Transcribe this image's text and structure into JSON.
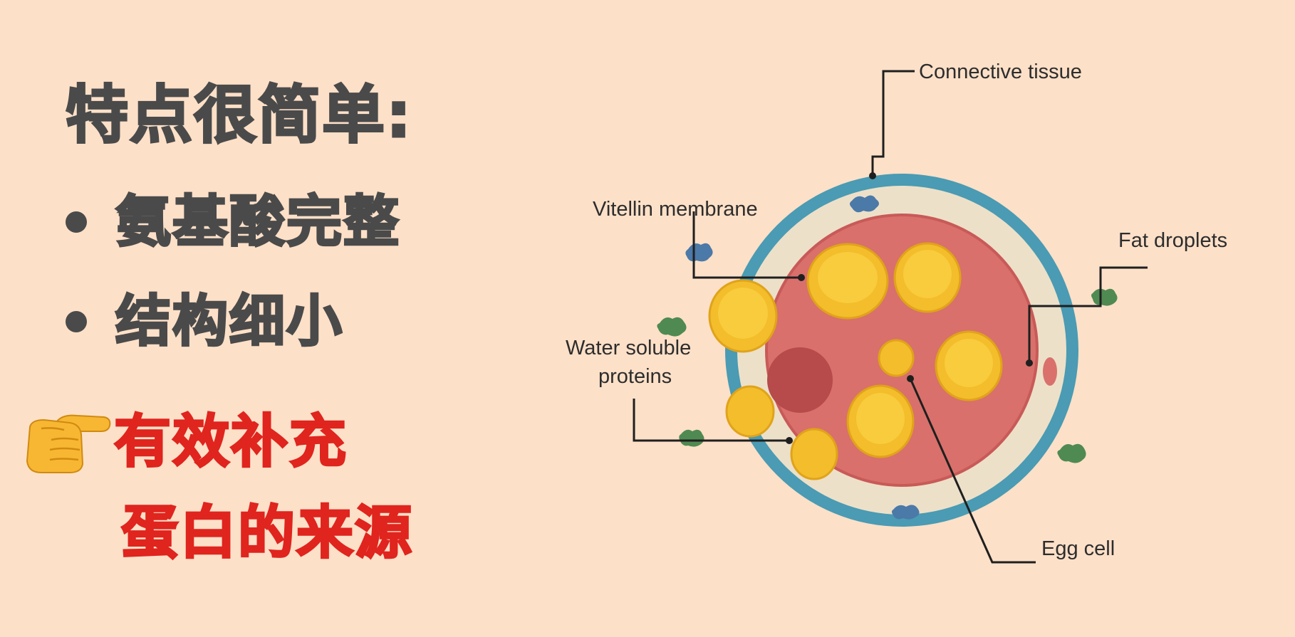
{
  "headline": "特点很简单:",
  "bullets": [
    "氨基酸完整",
    "结构细小"
  ],
  "highlight": {
    "icon": "pointing-hand-icon",
    "line1": "有效补充",
    "line2": "蛋白的来源"
  },
  "diagram": {
    "labels": {
      "connective_tissue": "Connective tissue",
      "vitellin_membrane": "Vitellin membrane",
      "fat_droplets": "Fat droplets",
      "water_soluble_line1": "Water soluble",
      "water_soluble_line2": "proteins",
      "egg_cell": "Egg cell"
    },
    "colors": {
      "background": "#fde0c8",
      "text_dark": "#4a4a4a",
      "text_red": "#e0241e",
      "outer_ring": "#4a9bb3",
      "inner_band": "#ede0c9",
      "cell_body": "#d9706b",
      "nucleus": "#b74a4a",
      "fat_droplet": "#f3bd2b"
    }
  }
}
